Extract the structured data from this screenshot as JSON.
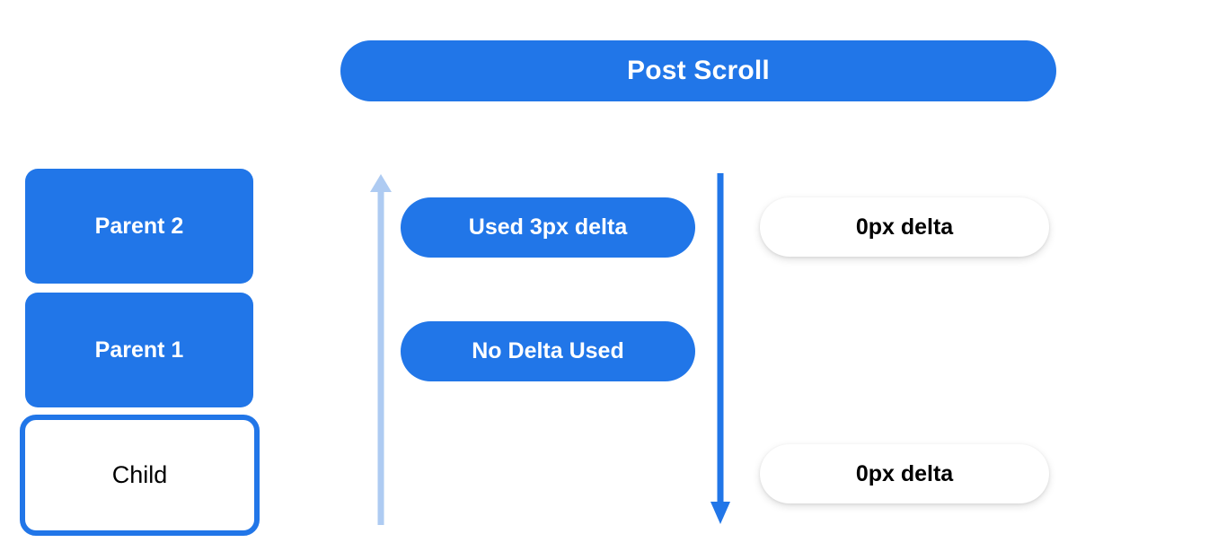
{
  "header": {
    "title": "Post Scroll",
    "background_color": "#2176e8",
    "text_color": "#ffffff"
  },
  "colors": {
    "accent_blue": "#2176e8",
    "light_blue": "#aecbf2",
    "white": "#ffffff",
    "black": "#000000",
    "page_background": "#ffffff"
  },
  "node_stack": {
    "items": [
      {
        "label": "Parent 2",
        "style": "filled",
        "fill": "#2176e8",
        "text_color": "#ffffff"
      },
      {
        "label": "Parent 1",
        "style": "filled",
        "fill": "#2176e8",
        "text_color": "#ffffff"
      },
      {
        "label": "Child",
        "style": "outlined",
        "fill": "#ffffff",
        "border_color": "#2176e8",
        "text_color": "#000000"
      }
    ]
  },
  "arrows": {
    "up": {
      "name": "upward-scroll-arrow",
      "direction": "up",
      "color": "#aecbf2"
    },
    "down": {
      "name": "downward-scroll-arrow",
      "direction": "down",
      "color": "#2176e8"
    }
  },
  "delta_pills": {
    "middle_column": [
      {
        "label": "Used 3px delta",
        "style": "blue"
      },
      {
        "label": "No Delta Used",
        "style": "blue"
      }
    ],
    "right_column": [
      {
        "label": "0px delta",
        "style": "white"
      },
      {
        "label": "0px delta",
        "style": "white"
      }
    ]
  }
}
